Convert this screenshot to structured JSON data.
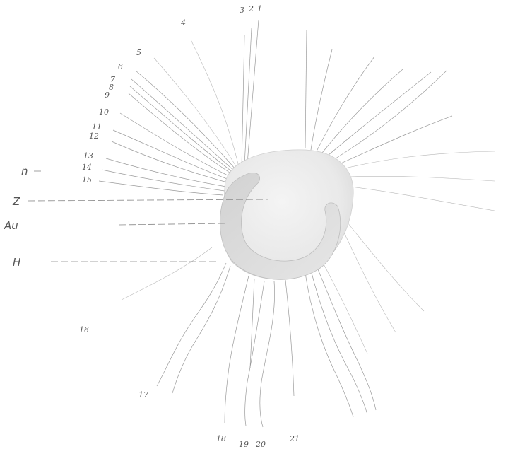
{
  "figure": {
    "filament_numbers": [
      "1",
      "2",
      "3",
      "4",
      "5",
      "6",
      "7",
      "8",
      "9",
      "10",
      "11",
      "12",
      "13",
      "14",
      "15",
      "16",
      "17",
      "18",
      "19",
      "20",
      "21"
    ],
    "letter_labels": [
      "n",
      "Z",
      "Au",
      "H"
    ],
    "colors": {
      "body_fill": "#ececec",
      "body_shade": "#d6d6d6",
      "band_fill": "#dedede",
      "filament_stroke": "#9a9a9a",
      "label_color": "#555555"
    }
  }
}
